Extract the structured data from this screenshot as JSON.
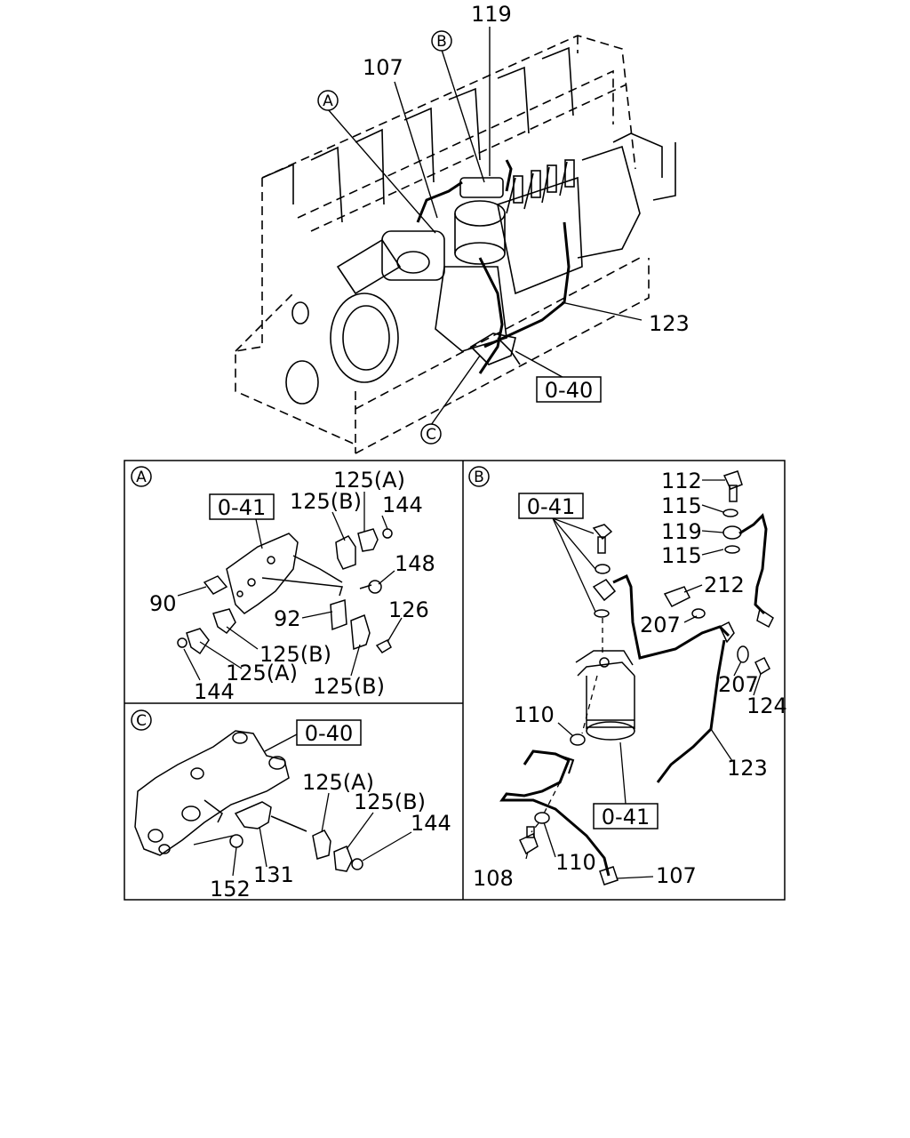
{
  "top_view": {
    "callouts": {
      "a": "A",
      "b": "B",
      "c": "C"
    },
    "labels": {
      "p119": "119",
      "p107": "107",
      "p123": "123"
    },
    "ref_040": "0-40"
  },
  "panel_a": {
    "letter": "A",
    "ref_041": "0-41",
    "labels": {
      "p125a_top": "125(A)",
      "p125b_top": "125(B)",
      "p144_top": "144",
      "p148": "148",
      "p90": "90",
      "p92": "92",
      "p126": "126",
      "p125b_mid": "125(B)",
      "p125a_low": "125(A)",
      "p144_low": "144",
      "p125b_low": "125(B)"
    }
  },
  "panel_b": {
    "letter": "B",
    "ref_041_top": "0-41",
    "ref_041_bot": "0-41",
    "labels": {
      "p112": "112",
      "p115_top": "115",
      "p119": "119",
      "p115_bot": "115",
      "p212": "212",
      "p207_a": "207",
      "p207_b": "207",
      "p124": "124",
      "p110_top": "110",
      "p123": "123",
      "p108": "108",
      "p110_bot": "110",
      "p107": "107"
    }
  },
  "panel_c": {
    "letter": "C",
    "ref_040": "0-40",
    "labels": {
      "p125a": "125(A)",
      "p125b": "125(B)",
      "p144": "144",
      "p152": "152",
      "p131": "131"
    }
  }
}
